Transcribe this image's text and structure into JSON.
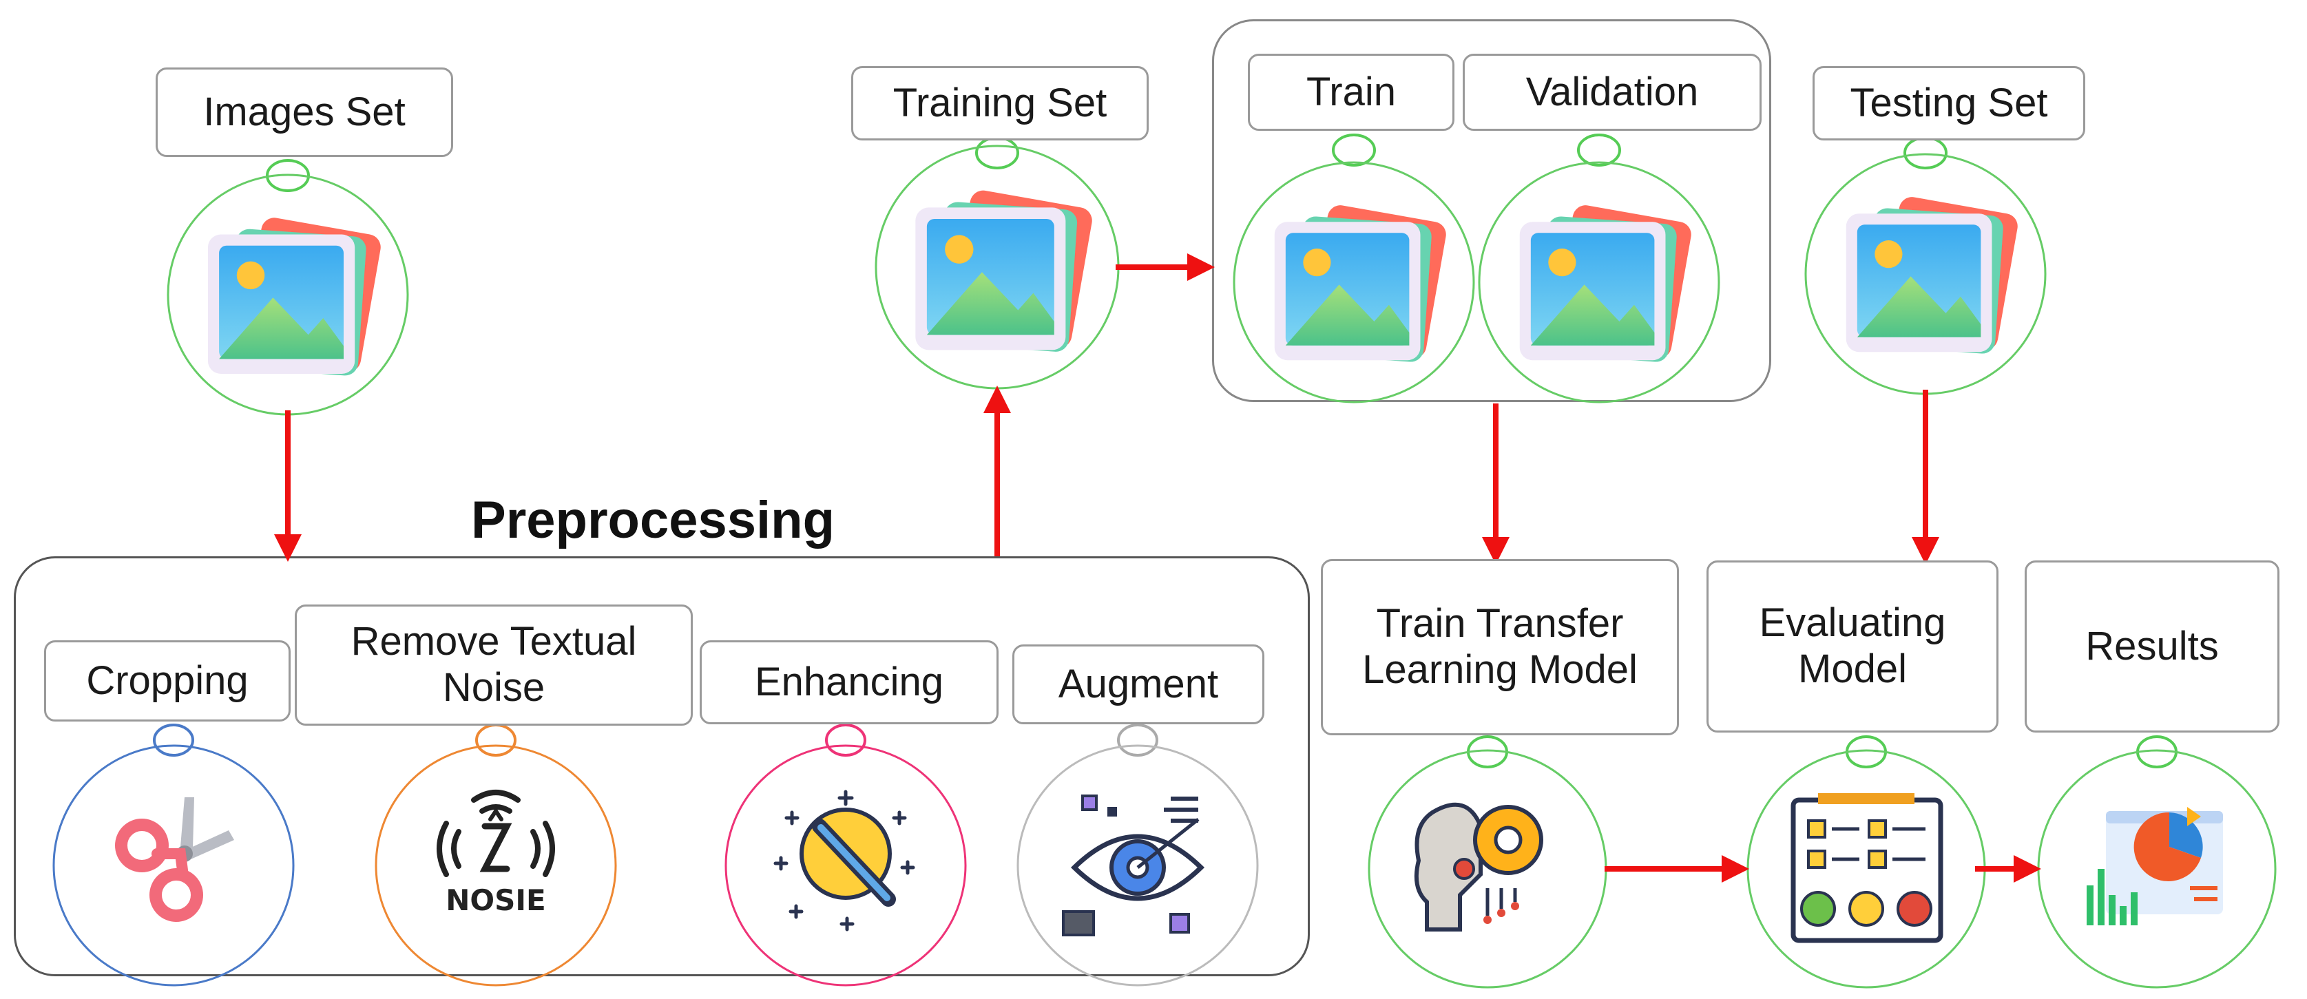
{
  "heading": "Preprocessing",
  "labels": {
    "images_set": "Images Set",
    "training_set": "Training Set",
    "train": "Train",
    "validation": "Validation",
    "testing_set": "Testing Set",
    "cropping": "Cropping",
    "remove_textual_noise": "Remove Textual Noise",
    "enhancing": "Enhancing",
    "augment": "Augment",
    "train_transfer": "Train Transfer Learning Model",
    "evaluating_model": "Evaluating Model",
    "results": "Results"
  },
  "icon_text": {
    "noise": "NOSIE"
  },
  "colors": {
    "arrow": "#ee1111",
    "green": "#55cc55",
    "blue": "#4a7ac8",
    "orange": "#ee8833",
    "pink": "#ee3377",
    "gray": "#aaaaaa"
  },
  "icons": [
    "image-stack-icon",
    "scissors-icon",
    "noise-icon",
    "magic-wand-icon",
    "eye-icon",
    "ai-gear-icon",
    "checklist-icon",
    "chart-icon"
  ]
}
